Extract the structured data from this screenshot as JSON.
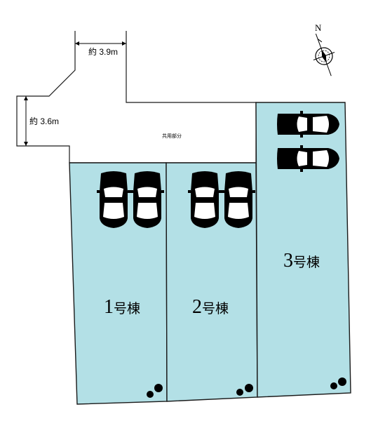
{
  "dimensions": {
    "top_width": "約 3.9m",
    "left_height": "約 3.6m"
  },
  "common_area": {
    "label": "共用部分"
  },
  "lots": [
    {
      "number": "1",
      "suffix": "号棟"
    },
    {
      "number": "2",
      "suffix": "号棟"
    },
    {
      "number": "3",
      "suffix": "号棟"
    }
  ],
  "compass": {
    "north_label": "N"
  },
  "colors": {
    "lot_fill": "#b3e0e6",
    "outline": "#1a1a1a"
  },
  "icons": [
    "car-icon",
    "tree-icon",
    "compass-icon"
  ]
}
